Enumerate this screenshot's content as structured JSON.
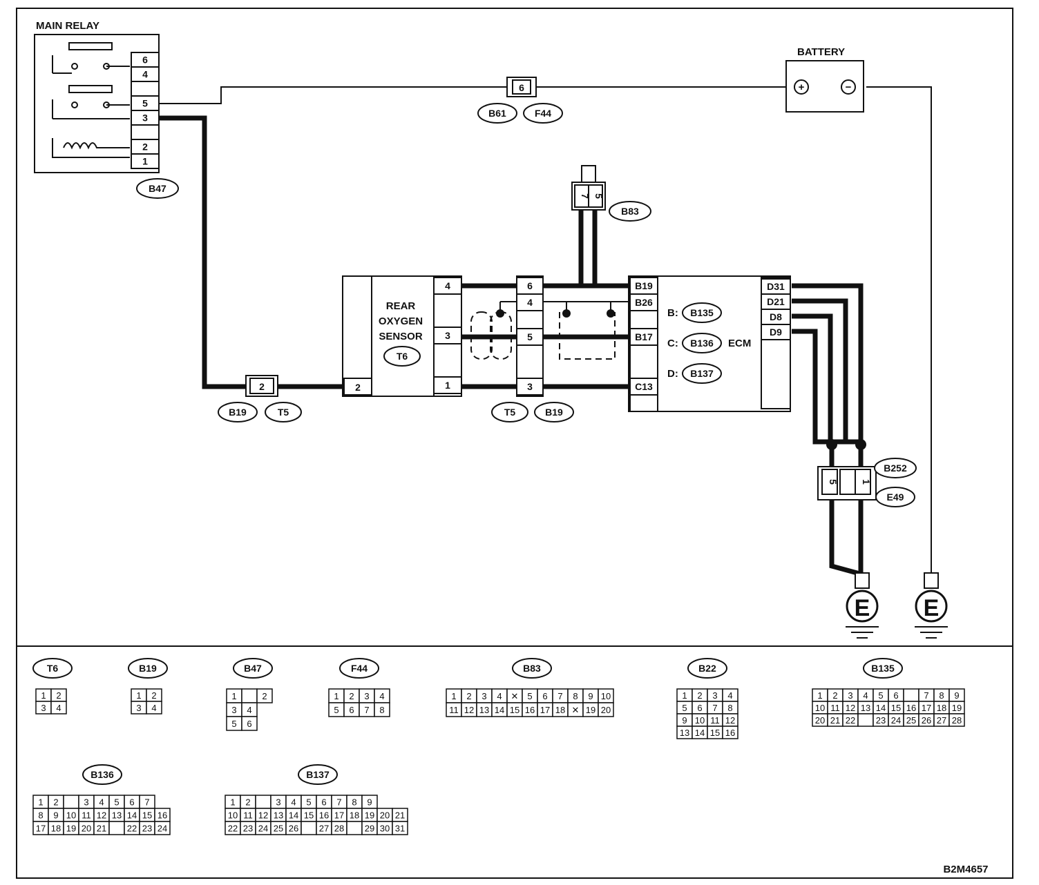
{
  "labels": {
    "main_relay": "MAIN RELAY",
    "battery": "BATTERY",
    "sensor_line1": "REAR",
    "sensor_line2": "OXYGEN",
    "sensor_line3": "SENSOR",
    "ecm": "ECM",
    "ecm_b": "B:",
    "ecm_c": "C:",
    "ecm_d": "D:",
    "ground": "E",
    "code": "B2M4657",
    "plus": "+",
    "minus": "−"
  },
  "ovals": {
    "b47": "B47",
    "b61": "B61",
    "f44": "F44",
    "b83": "B83",
    "t6": "T6",
    "b19a": "B19",
    "t5a": "T5",
    "t5b": "T5",
    "b19b": "B19",
    "b135": "B135",
    "b136": "B136",
    "b137": "B137",
    "b252": "B252",
    "e49": "E49"
  },
  "relay_pins": [
    "6",
    "4",
    "",
    "5",
    "3",
    "",
    "2",
    "1"
  ],
  "fuse_pin": "6",
  "b83_pins": [
    "7",
    "5"
  ],
  "sensor_pins": [
    "4",
    "",
    "3",
    "",
    "1"
  ],
  "sensor_left_pin": "2",
  "t5_pin": "2",
  "mid_pins": [
    "6",
    "4",
    "",
    "5",
    "",
    "3"
  ],
  "ecm_left_pins": [
    "B19",
    "B26",
    "",
    "B17",
    "",
    "C13"
  ],
  "ecm_right_pins": [
    "D31",
    "D21",
    "D8",
    "D9"
  ],
  "e49_pins": [
    "5",
    "",
    "1"
  ],
  "legend": [
    {
      "title": "T6",
      "rows": [
        [
          "1",
          "2"
        ],
        [
          "3",
          "4"
        ]
      ]
    },
    {
      "title": "B19",
      "rows": [
        [
          "1",
          "2"
        ],
        [
          "3",
          "4"
        ]
      ]
    },
    {
      "title": "B47",
      "rows": [
        [
          "1",
          "",
          "2"
        ],
        [
          "3",
          "4"
        ],
        [
          "5",
          "6"
        ]
      ]
    },
    {
      "title": "F44",
      "rows": [
        [
          "1",
          "2",
          "3",
          "4"
        ],
        [
          "5",
          "6",
          "7",
          "8"
        ]
      ]
    },
    {
      "title": "B83",
      "rows": [
        [
          "1",
          "2",
          "3",
          "4",
          "✕",
          "5",
          "6",
          "7",
          "8",
          "9",
          "10"
        ],
        [
          "11",
          "12",
          "13",
          "14",
          "15",
          "16",
          "17",
          "18",
          "✕",
          "19",
          "20"
        ]
      ]
    },
    {
      "title": "B22",
      "rows": [
        [
          "1",
          "2",
          "3",
          "4"
        ],
        [
          "5",
          "6",
          "7",
          "8"
        ],
        [
          "9",
          "10",
          "11",
          "12"
        ],
        [
          "13",
          "14",
          "15",
          "16"
        ]
      ]
    },
    {
      "title": "B135",
      "rows": [
        [
          "1",
          "2",
          "3",
          "4",
          "5",
          "6",
          "",
          "7",
          "8",
          "9"
        ],
        [
          "10",
          "11",
          "12",
          "13",
          "14",
          "15",
          "16",
          "17",
          "18",
          "19"
        ],
        [
          "20",
          "21",
          "22",
          "",
          "23",
          "24",
          "25",
          "26",
          "27",
          "28"
        ]
      ]
    },
    {
      "title": "B136",
      "rows": [
        [
          "1",
          "2",
          "",
          "3",
          "4",
          "5",
          "6",
          "7"
        ],
        [
          "8",
          "9",
          "10",
          "11",
          "12",
          "13",
          "14",
          "15",
          "16"
        ],
        [
          "17",
          "18",
          "19",
          "20",
          "21",
          "",
          "22",
          "23",
          "24"
        ]
      ]
    },
    {
      "title": "B137",
      "rows": [
        [
          "1",
          "2",
          "",
          "3",
          "4",
          "5",
          "6",
          "7",
          "8",
          "9"
        ],
        [
          "10",
          "11",
          "12",
          "13",
          "14",
          "15",
          "16",
          "17",
          "18",
          "19",
          "20",
          "21"
        ],
        [
          "22",
          "23",
          "24",
          "25",
          "26",
          "",
          "27",
          "28",
          "",
          "29",
          "30",
          "31"
        ]
      ]
    }
  ]
}
